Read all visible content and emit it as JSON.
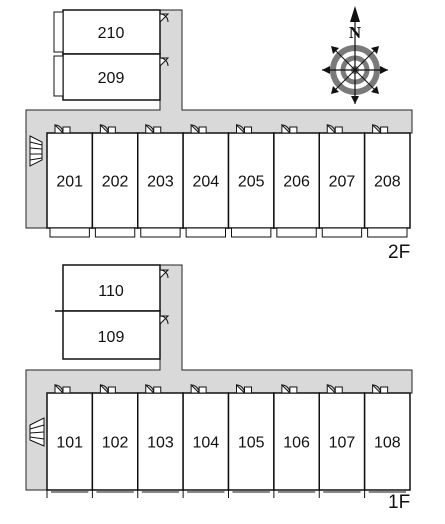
{
  "floors": [
    {
      "label": "2F",
      "annex_rooms": [
        "210",
        "209"
      ],
      "row_rooms": [
        "201",
        "202",
        "203",
        "204",
        "205",
        "206",
        "207",
        "208"
      ]
    },
    {
      "label": "1F",
      "annex_rooms": [
        "110",
        "109"
      ],
      "row_rooms": [
        "101",
        "102",
        "103",
        "104",
        "105",
        "106",
        "107",
        "108"
      ]
    }
  ],
  "compass": {
    "north_label": "N"
  },
  "colors": {
    "corridor": "#d9d9d9",
    "outline": "#222222",
    "compass_ring": "#7a7a7a"
  }
}
